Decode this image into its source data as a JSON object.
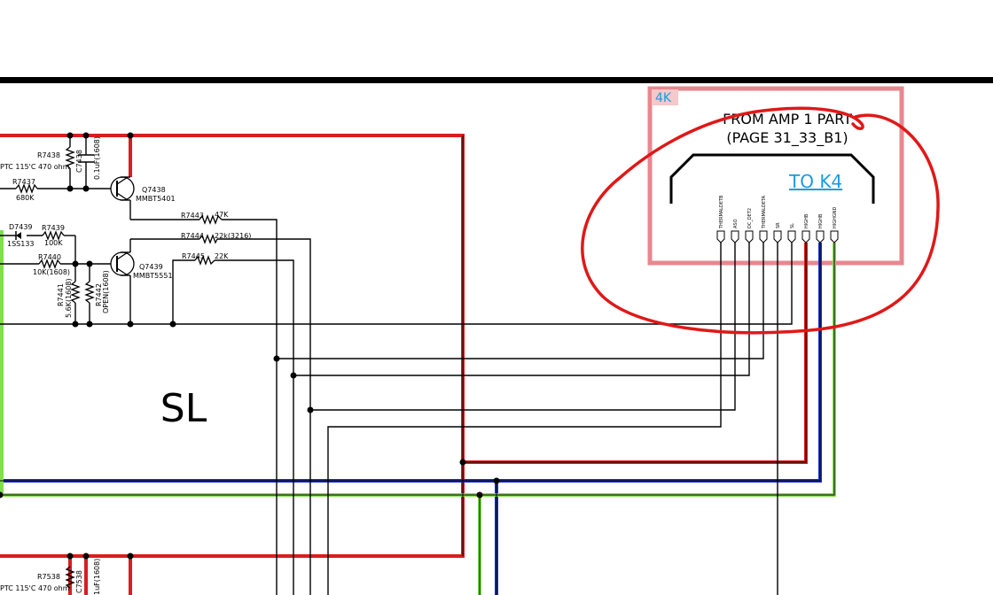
{
  "colors": {
    "wire_red": "#d81e1e",
    "wire_blue": "#1a2ec8",
    "wire_green": "#7ee04a",
    "box_pink": "#e8878f",
    "box_fill": "#f3c9c9",
    "link_blue": "#1a9be0",
    "annotation_red": "#e01818"
  },
  "block": {
    "name": "SL"
  },
  "connector": {
    "tag": "4K",
    "title_line1": "FROM AMP 1 PART",
    "title_line2": "(PAGE 31_33_B1)",
    "link": "TO K4",
    "pins": [
      "THERMALDETB",
      "ASO",
      "DC_DET2",
      "THERMALDETA",
      "SR",
      "SL",
      "HIGHB",
      "HIGHB",
      "HIGHGND"
    ]
  },
  "components": {
    "ptc_top": "PTC 115'C 470 ohm",
    "r7438": "R7438",
    "c7438": "C7438",
    "c7438_val": "0.1uF(1608)",
    "r7437": "R7437",
    "r7437_val": "680K",
    "q7438": "Q7438",
    "q7438_part": "MMBT5401",
    "d7439": "D7439",
    "d7439_part": "1SS133",
    "r7439": "R7439",
    "r7439_val": "100K",
    "r7440": "R7440",
    "r7440_val": "10K(1608)",
    "r7441": "R7441",
    "r7441_val": "5.6K(1608)",
    "r7442": "R7442",
    "r7442_val": "OPEN(1608)",
    "q7439": "Q7439",
    "q7439_part": "MMBT5551",
    "r7443": "R7443",
    "r7443_val": "47K",
    "r7444": "R7444",
    "r7444_val": "22k(3216)",
    "r7445": "R7445",
    "r7445_val": "22K",
    "ptc_bottom": "PTC 115'C 470 ohm",
    "r7538": "R7538",
    "c7538": "C7538",
    "c7538_val": "1uF(1608)"
  }
}
